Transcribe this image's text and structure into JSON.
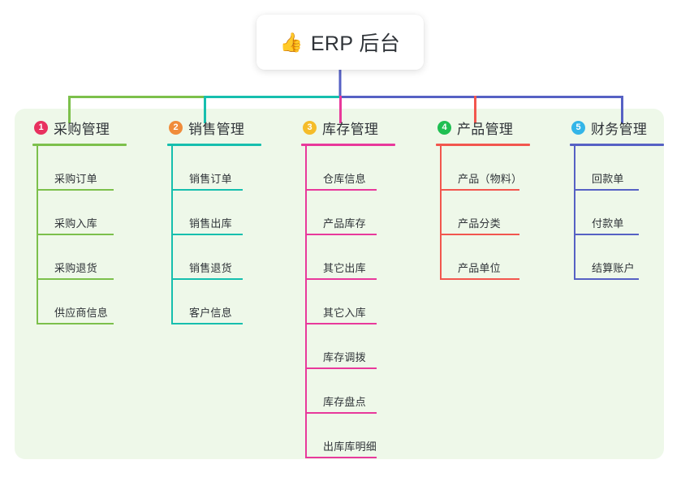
{
  "root": {
    "icon": "thumbs-up-icon",
    "icon_glyph": "👍",
    "title": "ERP 后台"
  },
  "panel": {
    "background_color": "#eef8e9"
  },
  "branches": [
    {
      "number": "1",
      "label": "采购管理",
      "badge_color": "#e8315f",
      "line_color": "#7cc04b",
      "leaves": [
        "采购订单",
        "采购入库",
        "采购退货",
        "供应商信息"
      ]
    },
    {
      "number": "2",
      "label": "销售管理",
      "badge_color": "#f08c3a",
      "line_color": "#16bfae",
      "leaves": [
        "销售订单",
        "销售出库",
        "销售退货",
        "客户信息"
      ]
    },
    {
      "number": "3",
      "label": "库存管理",
      "badge_color": "#f5bc2a",
      "line_color": "#e8399b",
      "leaves": [
        "仓库信息",
        "产品库存",
        "其它出库",
        "其它入库",
        "库存调拨",
        "库存盘点",
        "出库库明细"
      ]
    },
    {
      "number": "4",
      "label": "产品管理",
      "badge_color": "#1fbf52",
      "line_color": "#f2564e",
      "leaves": [
        "产品（物料）",
        "产品分类",
        "产品单位"
      ]
    },
    {
      "number": "5",
      "label": "财务管理",
      "badge_color": "#33b5e8",
      "line_color": "#5661c4",
      "leaves": [
        "回款单",
        "付款单",
        "结算账户"
      ]
    }
  ],
  "connectors": {
    "trunk_color": "#5661c4",
    "bus_segments": [
      {
        "name": "segment-purchasing",
        "color": "#7cc04b"
      },
      {
        "name": "segment-sales",
        "color": "#16bfae"
      },
      {
        "name": "segment-inventory-to-finance",
        "color": "#5661c4"
      }
    ]
  }
}
